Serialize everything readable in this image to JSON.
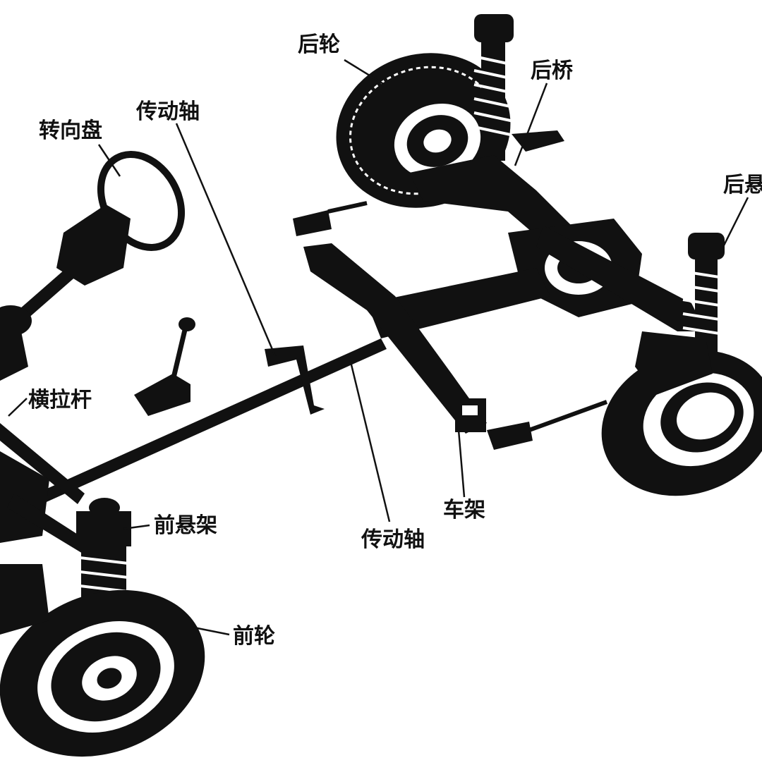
{
  "labels": {
    "rear_wheel": "后轮",
    "rear_axle": "后桥",
    "rear_suspension": "后悬",
    "drive_shaft_top": "传动轴",
    "steering_wheel": "转向盘",
    "tie_rod": "横拉杆",
    "front_suspension": "前悬架",
    "front_wheel": "前轮",
    "frame": "车架",
    "drive_shaft_bottom": "传动轴"
  },
  "colors": {
    "ink": "#111111",
    "paper": "#ffffff"
  }
}
